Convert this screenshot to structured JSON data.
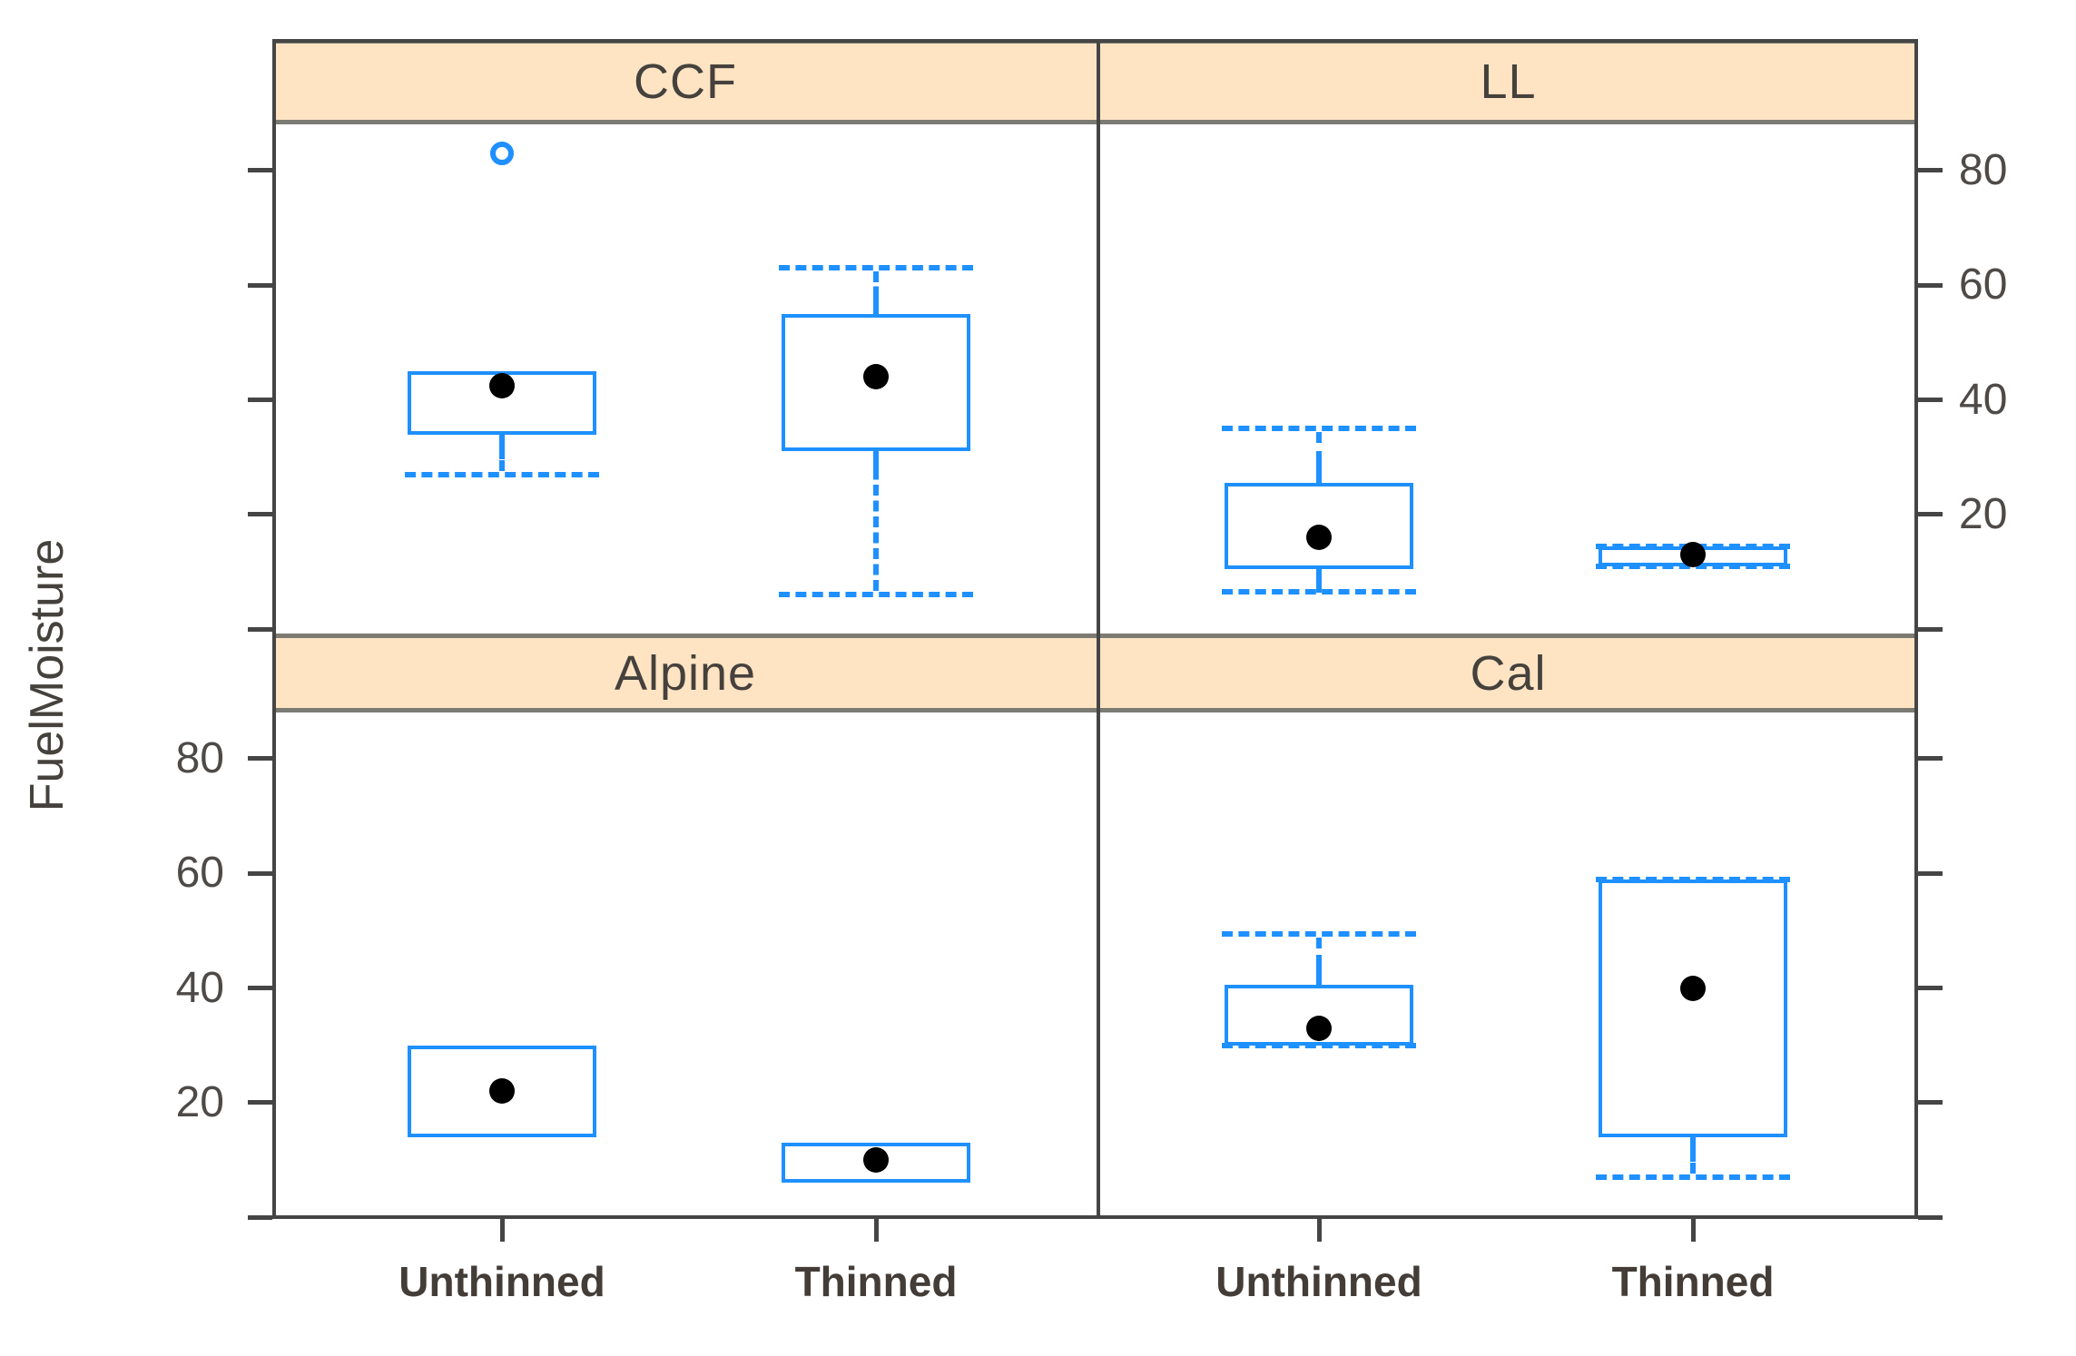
{
  "figure": {
    "ylabel": "FuelMoisture",
    "strip_labels": [
      "CCF",
      "LL",
      "Alpine",
      "Cal"
    ],
    "x_category_labels": [
      "Unthinned",
      "Thinned"
    ],
    "right_axis_tick_labels": [
      "80",
      "60",
      "40",
      "20"
    ],
    "left_axis_tick_labels": [
      "80",
      "60",
      "40",
      "20"
    ],
    "colors": {
      "box_blue": "#1E90FF",
      "dot_black": "#000000",
      "strip_background": "#FFE4C4",
      "strip_border": "#7b7b73",
      "frame": "#454545",
      "text": "#45413c"
    }
  },
  "chart_data": {
    "type": "boxplot-trellis",
    "title": "",
    "xlabel": "",
    "ylabel": "FuelMoisture",
    "ylim": [
      -0.5,
      89
    ],
    "y_ticks": [
      0,
      20,
      40,
      60,
      80
    ],
    "grid": false,
    "rows_layout": [
      [
        "CCF",
        "LL"
      ],
      [
        "Alpine",
        "Cal"
      ]
    ],
    "categories": [
      "Unthinned",
      "Thinned"
    ],
    "panels": [
      {
        "site": "CCF",
        "row": 0,
        "col": 0,
        "boxes": [
          {
            "category": "Unthinned",
            "q1": 34,
            "q3": 45,
            "median_dot": 42.5,
            "whisker_low": 27,
            "whisker_high": 45,
            "cap_low": true,
            "cap_high": false,
            "outliers": [
              83
            ]
          },
          {
            "category": "Thinned",
            "q1": 31,
            "q3": 55,
            "median_dot": 44,
            "whisker_low": 6,
            "whisker_high": 63,
            "cap_low": true,
            "cap_high": true,
            "outliers": []
          }
        ]
      },
      {
        "site": "LL",
        "row": 0,
        "col": 1,
        "boxes": [
          {
            "category": "Unthinned",
            "q1": 10.5,
            "q3": 25.5,
            "median_dot": 16,
            "whisker_low": 6.5,
            "whisker_high": 35,
            "cap_low": true,
            "cap_high": true,
            "outliers": []
          },
          {
            "category": "Thinned",
            "q1": 11,
            "q3": 14.5,
            "median_dot": 13,
            "whisker_low": 11,
            "whisker_high": 14.5,
            "cap_low": true,
            "cap_high": true,
            "outliers": []
          }
        ]
      },
      {
        "site": "Alpine",
        "row": 1,
        "col": 0,
        "boxes": [
          {
            "category": "Unthinned",
            "q1": 14,
            "q3": 30,
            "median_dot": 22,
            "whisker_low": 14,
            "whisker_high": 30,
            "cap_low": false,
            "cap_high": false,
            "outliers": []
          },
          {
            "category": "Thinned",
            "q1": 6,
            "q3": 13,
            "median_dot": 10,
            "whisker_low": 6,
            "whisker_high": 13,
            "cap_low": false,
            "cap_high": false,
            "outliers": []
          }
        ]
      },
      {
        "site": "Cal",
        "row": 1,
        "col": 1,
        "boxes": [
          {
            "category": "Unthinned",
            "q1": 30,
            "q3": 40.5,
            "median_dot": 33,
            "whisker_low": 30,
            "whisker_high": 49.5,
            "cap_low": true,
            "cap_high": true,
            "outliers": []
          },
          {
            "category": "Thinned",
            "q1": 14,
            "q3": 59,
            "median_dot": 40,
            "whisker_low": 7,
            "whisker_high": 59,
            "cap_low": true,
            "cap_high": true,
            "outliers": []
          }
        ]
      }
    ]
  }
}
